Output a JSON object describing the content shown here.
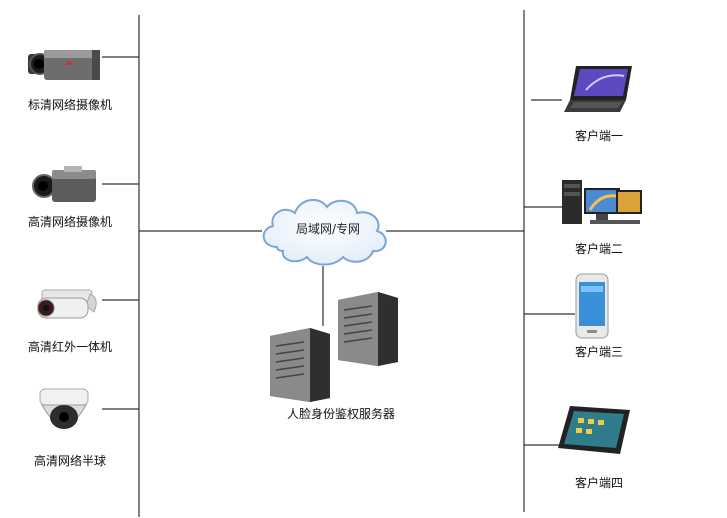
{
  "network": {
    "label": "局域网/专网"
  },
  "server": {
    "label": "人脸身份鉴权服务器"
  },
  "cameras": [
    {
      "label": "标清网络摄像机",
      "icon": "box-camera-icon"
    },
    {
      "label": "高清网络摄像机",
      "icon": "box-camera-icon"
    },
    {
      "label": "高清红外一体机",
      "icon": "bullet-camera-icon"
    },
    {
      "label": "高清网络半球",
      "icon": "dome-camera-icon"
    }
  ],
  "clients": [
    {
      "label": "客户端一",
      "icon": "laptop-icon"
    },
    {
      "label": "客户端二",
      "icon": "desktop-computer-icon"
    },
    {
      "label": "客户端三",
      "icon": "smartphone-icon"
    },
    {
      "label": "客户端四",
      "icon": "tablet-icon"
    }
  ]
}
